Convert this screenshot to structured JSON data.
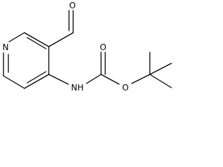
{
  "molecule": {
    "atoms": {
      "ring_nitrogen": "N",
      "aldehyde_oxygen": "O",
      "carbamate_nh": "NH",
      "carbonyl_oxygen": "O",
      "ester_oxygen": "O"
    }
  },
  "colors": {
    "bond": "#000000",
    "label": "#000000",
    "background": "#ffffff"
  }
}
